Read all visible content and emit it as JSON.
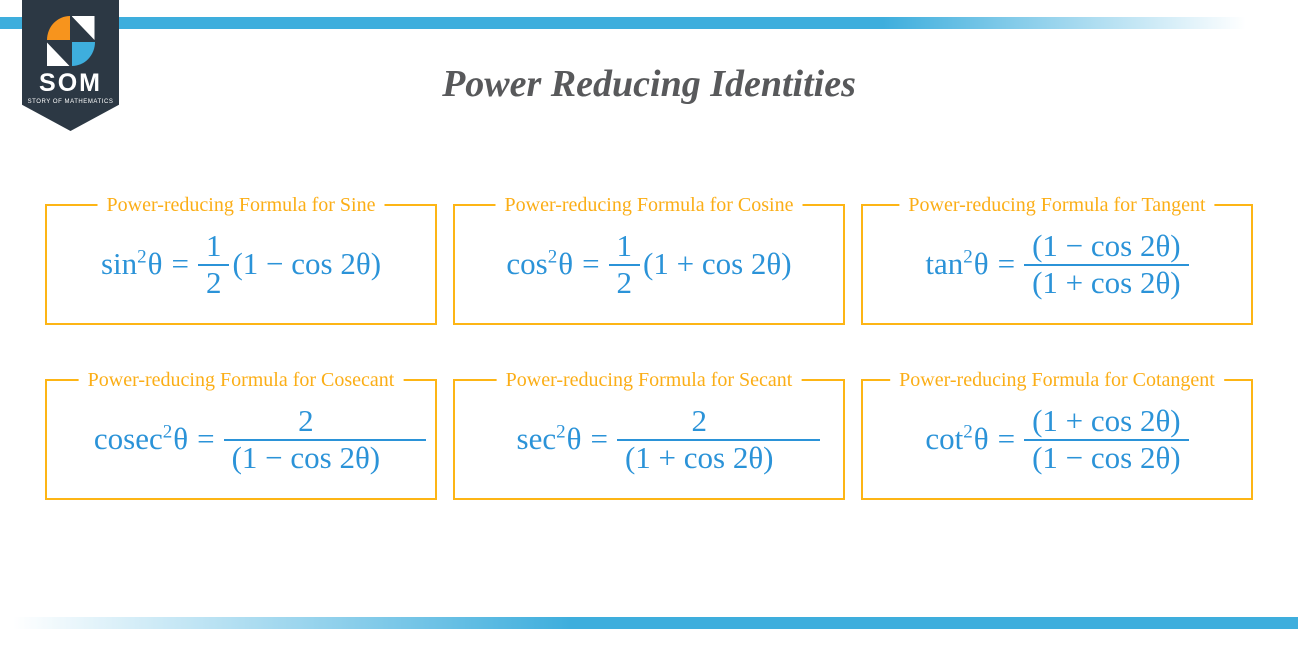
{
  "page": {
    "title": "Power Reducing Identities"
  },
  "brand": {
    "wordmark": "SOM",
    "tagline": "STORY OF MATHEMATICS",
    "icon": "som-pinwheel-icon"
  },
  "colors": {
    "stripe_blue": "#3EAEDD",
    "formula_blue": "#2B93D8",
    "card_border_amber": "#FDB515",
    "card_label_amber": "#FBAE17",
    "pennant_navy": "#2C3844",
    "logo_orange": "#F7941D",
    "title_gray": "#58595B"
  },
  "cards": [
    {
      "label": "Power-reducing Formula for Sine",
      "fn": "sin",
      "sup": "2",
      "arg": "θ",
      "eq": "=",
      "num": "1",
      "den": "2",
      "after": "(1 − cos 2θ)",
      "layout": "half"
    },
    {
      "label": "Power-reducing Formula for Cosine",
      "fn": "cos",
      "sup": "2",
      "arg": "θ",
      "eq": "=",
      "num": "1",
      "den": "2",
      "after": "(1 + cos 2θ)",
      "layout": "half"
    },
    {
      "label": "Power-reducing Formula for Tangent",
      "fn": "tan",
      "sup": "2",
      "arg": "θ",
      "eq": "=",
      "num": "(1 − cos 2θ)",
      "den": "(1 + cos 2θ)",
      "after": "",
      "layout": "stack"
    },
    {
      "label": "Power-reducing Formula for Cosecant",
      "fn": "cosec",
      "sup": "2",
      "arg": "θ",
      "eq": "=",
      "num": "2",
      "den": "(1 − cos 2θ)",
      "after": "",
      "layout": "wide"
    },
    {
      "label": "Power-reducing Formula for Secant",
      "fn": "sec",
      "sup": "2",
      "arg": "θ",
      "eq": "=",
      "num": "2",
      "den": "(1 + cos 2θ)",
      "after": "",
      "layout": "wide"
    },
    {
      "label": "Power-reducing Formula for Cotangent",
      "fn": "cot",
      "sup": "2",
      "arg": "θ",
      "eq": "=",
      "num": "(1 + cos 2θ)",
      "den": "(1 − cos 2θ)",
      "after": "",
      "layout": "stack"
    }
  ]
}
